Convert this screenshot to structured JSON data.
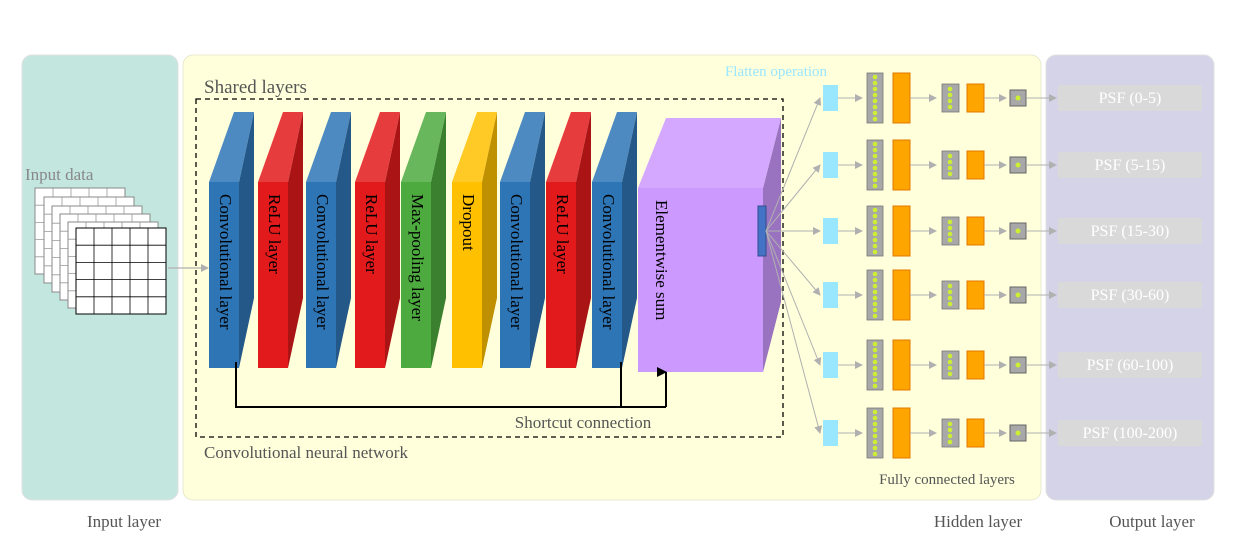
{
  "sections": {
    "input_layer": "Input layer",
    "hidden_layer": "Hidden layer",
    "output_layer": "Output layer"
  },
  "input": {
    "label": "Input data"
  },
  "cnn": {
    "shared_label": "Shared layers",
    "network_label": "Convolutional neural network",
    "shortcut_label": "Shortcut connection",
    "flatten_label": "Flatten operation",
    "layers": [
      "Convolutional layer",
      "ReLU layer",
      "Convolutional layer",
      "ReLU layer",
      "Max-pooling layer",
      "Dropout",
      "Convolutional layer",
      "ReLU layer",
      "Convolutional layer",
      "Elementwise sum"
    ]
  },
  "fc": {
    "label": "Fully connected layers"
  },
  "outputs": [
    "PSF (0-5)",
    "PSF (5-15)",
    "PSF (15-30)",
    "PSF (30-60)",
    "PSF (60-100)",
    "PSF (100-200)"
  ],
  "colors": {
    "conv": "#2e75b6",
    "relu": "#e31a1c",
    "maxpool": "#4daa3f",
    "dropout": "#ffc000",
    "sum": "#cc99ff",
    "input_bg": "#c3e7df",
    "hidden_bg": "#ffffdc",
    "output_bg": "#d5d3e8",
    "flatten": "#99e6ff",
    "fc_node": "#ccee33",
    "fc_orange": "#ffa500"
  }
}
